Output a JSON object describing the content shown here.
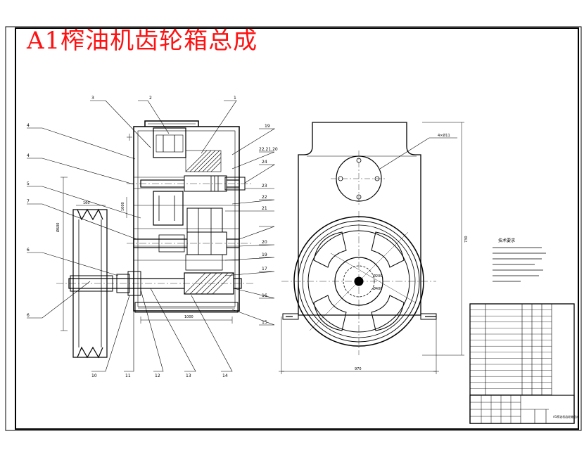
{
  "drawing": {
    "title": "A1榨油机齿轮箱总成",
    "title_color": "#ff1111",
    "line_color": "#000000"
  },
  "balloons": {
    "left_top": [
      "3",
      "2",
      "1"
    ],
    "left_side": [
      "4",
      "4",
      "5",
      "7",
      "6",
      "6"
    ],
    "right_side": [
      "19",
      "22,21,20",
      "24",
      "23",
      "22",
      "21",
      "20",
      "19",
      "17",
      "16",
      "15"
    ],
    "bottom": [
      "10",
      "11",
      "12",
      "13",
      "14"
    ]
  },
  "dimensions": {
    "pulley_width": "160",
    "pulley_dia": "Ø600",
    "box_height": "1000",
    "box_width": "1000",
    "front_width": "970",
    "front_height": "730",
    "hole_callout": "4×Ø11",
    "gear_dia_1": "Ø200",
    "gear_dia_2": "Ø400"
  },
  "tech_requirements": {
    "heading": "技术要求"
  },
  "title_block": {
    "drawing_name": "A1榨油机齿轮箱总成"
  }
}
